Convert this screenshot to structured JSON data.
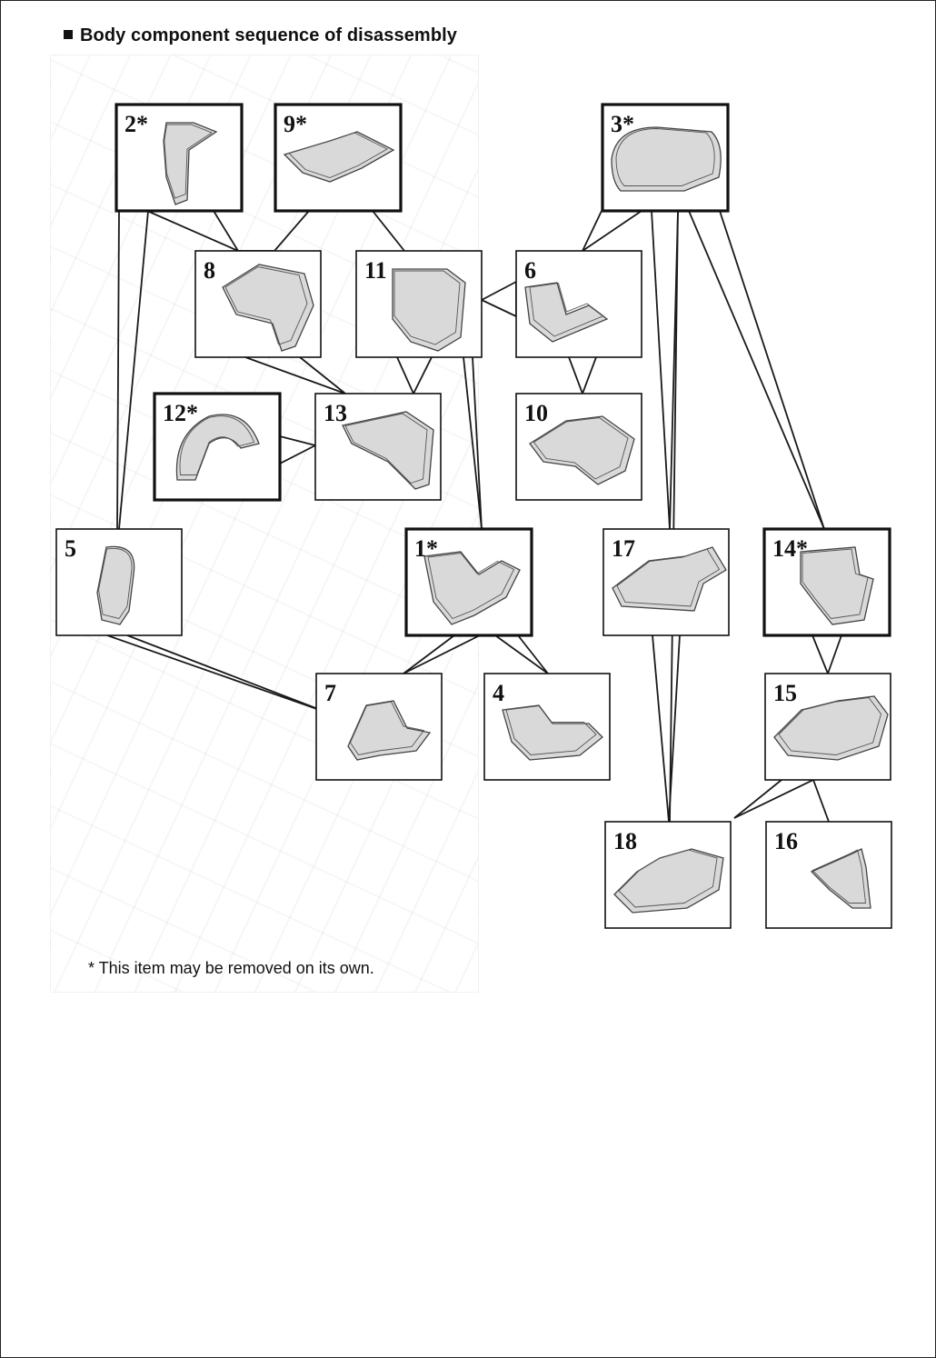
{
  "title": "Body component sequence of disassembly",
  "footnote": "* This item may be removed on its own.",
  "components": [
    {
      "id": "2",
      "label": "2*",
      "icon": "front-cowl-part-icon"
    },
    {
      "id": "9",
      "label": "9*",
      "icon": "side-trim-pair-part-icon"
    },
    {
      "id": "3",
      "label": "3*",
      "icon": "rider-saddle-part-icon"
    },
    {
      "id": "8",
      "label": "8",
      "icon": "headlight-shield-part-icon"
    },
    {
      "id": "11",
      "label": "11",
      "icon": "leg-shield-part-icon"
    },
    {
      "id": "6",
      "label": "6",
      "icon": "rear-handle-part-icon"
    },
    {
      "id": "12",
      "label": "12*",
      "icon": "front-fender-part-icon"
    },
    {
      "id": "13",
      "label": "13",
      "icon": "inner-panel-part-icon"
    },
    {
      "id": "10",
      "label": "10",
      "icon": "side-panels-part-icon"
    },
    {
      "id": "5",
      "label": "5",
      "icon": "mirror-cover-part-icon"
    },
    {
      "id": "1",
      "label": "1*",
      "icon": "floor-board-part-icon"
    },
    {
      "id": "17",
      "label": "17",
      "icon": "storage-compartment-part-icon"
    },
    {
      "id": "14",
      "label": "14*",
      "icon": "tail-cover-part-icon"
    },
    {
      "id": "7",
      "label": "7",
      "icon": "front-upper-cover-part-icon"
    },
    {
      "id": "4",
      "label": "4",
      "icon": "under-cover-part-icon"
    },
    {
      "id": "15",
      "label": "15",
      "icon": "rear-side-covers-part-icon"
    },
    {
      "id": "18",
      "label": "18",
      "icon": "frame-tray-part-icon"
    },
    {
      "id": "16",
      "label": "16",
      "icon": "rear-fender-part-icon"
    }
  ],
  "connections": [
    [
      "2",
      "8"
    ],
    [
      "2",
      "5"
    ],
    [
      "9",
      "8"
    ],
    [
      "9",
      "11"
    ],
    [
      "3",
      "6"
    ],
    [
      "3",
      "17"
    ],
    [
      "3",
      "18"
    ],
    [
      "3",
      "14"
    ],
    [
      "8",
      "13"
    ],
    [
      "11",
      "13"
    ],
    [
      "11",
      "6"
    ],
    [
      "11",
      "1"
    ],
    [
      "6",
      "10"
    ],
    [
      "12",
      "13"
    ],
    [
      "5",
      "7"
    ],
    [
      "1",
      "7"
    ],
    [
      "1",
      "4"
    ],
    [
      "17",
      "18"
    ],
    [
      "14",
      "15"
    ],
    [
      "15",
      "18"
    ],
    [
      "15",
      "16"
    ]
  ]
}
